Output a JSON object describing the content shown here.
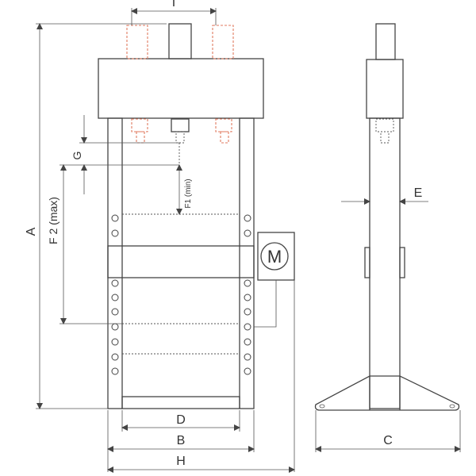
{
  "labels": {
    "a": "A",
    "b": "B",
    "c": "C",
    "d": "D",
    "e": "E",
    "g": "G",
    "h": "H",
    "i": "I",
    "f1": "F1 (min)",
    "f2": "F 2 (max)",
    "motor": "M"
  },
  "colors": {
    "line": "#444444",
    "hidden_red": "#e07a5f"
  }
}
